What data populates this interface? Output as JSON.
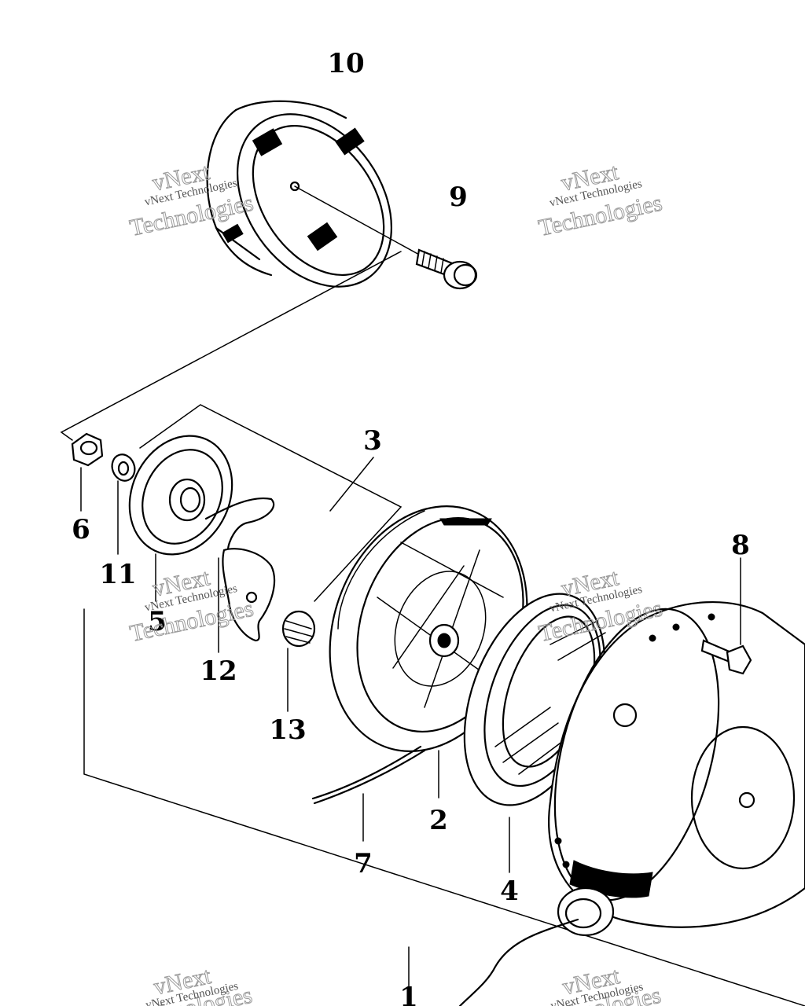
{
  "parts": {
    "p1": "1",
    "p2": "2",
    "p3": "3",
    "p4": "4",
    "p5": "5",
    "p6": "6",
    "p7": "7",
    "p8": "8",
    "p9": "9",
    "p10": "10",
    "p11": "11",
    "p12": "12",
    "p13": "13"
  },
  "watermark": {
    "line_a": "vNext",
    "line_b": "Technologies",
    "line_small": "vNext Technologies"
  }
}
